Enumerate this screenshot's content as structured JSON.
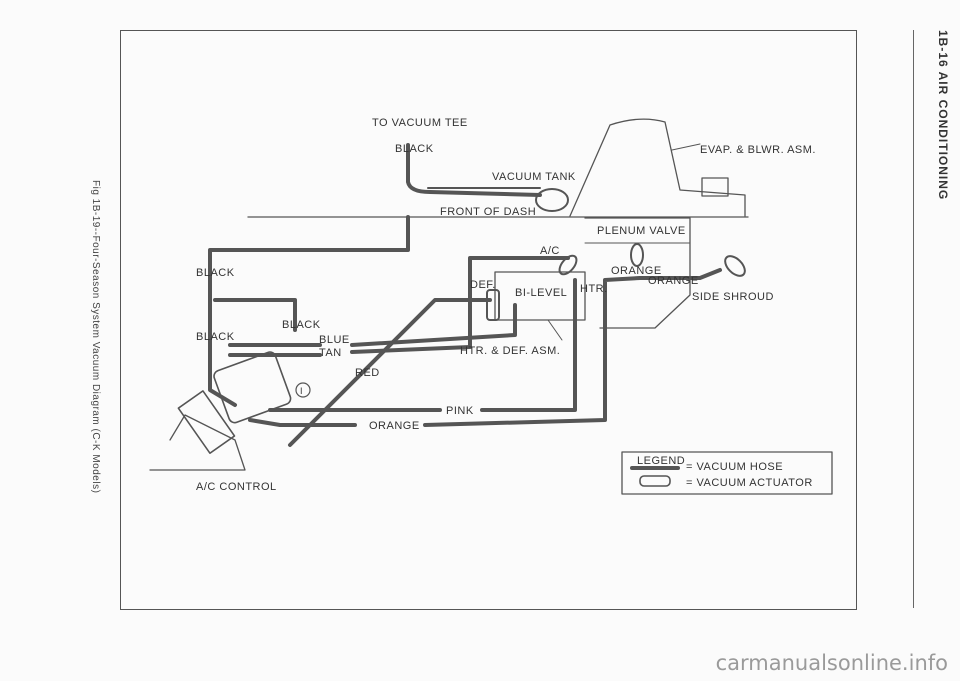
{
  "header": {
    "section": "1B-16  AIR CONDITIONING",
    "caption": "Fig 1B-19--Four-Season System Vacuum Diagram (C-K Models)"
  },
  "diagram": {
    "labels": {
      "to_vacuum_tee": "TO VACUUM TEE",
      "black_top": "BLACK",
      "vacuum_tank": "VACUUM TANK",
      "front_of_dash": "FRONT OF DASH",
      "evap_blwr": "EVAP. & BLWR. ASM.",
      "plenum_valve": "PLENUM VALVE",
      "ac": "A/C",
      "def": "DEF.",
      "bi_level": "BI-LEVEL",
      "htr": "HTR.",
      "orange_1": "ORANGE",
      "orange_2": "ORANGE",
      "side_shroud": "SIDE SHROUD",
      "black_left": "BLACK",
      "black_left_2": "BLACK",
      "black_mid": "BLACK",
      "blue": "BLUE",
      "tan": "TAN",
      "htr_def_asm": "HTR. & DEF. ASM.",
      "red": "RED",
      "pink": "PINK",
      "orange_bottom": "ORANGE",
      "ac_control": "A/C CONTROL",
      "circle_i": "I"
    },
    "legend": {
      "title": "LEGEND",
      "hose": "= VACUUM HOSE",
      "actuator": "= VACUUM ACTUATOR"
    },
    "colors": {
      "line": "#555555",
      "text": "#333333"
    }
  },
  "watermark": "carmanualsonline.info"
}
